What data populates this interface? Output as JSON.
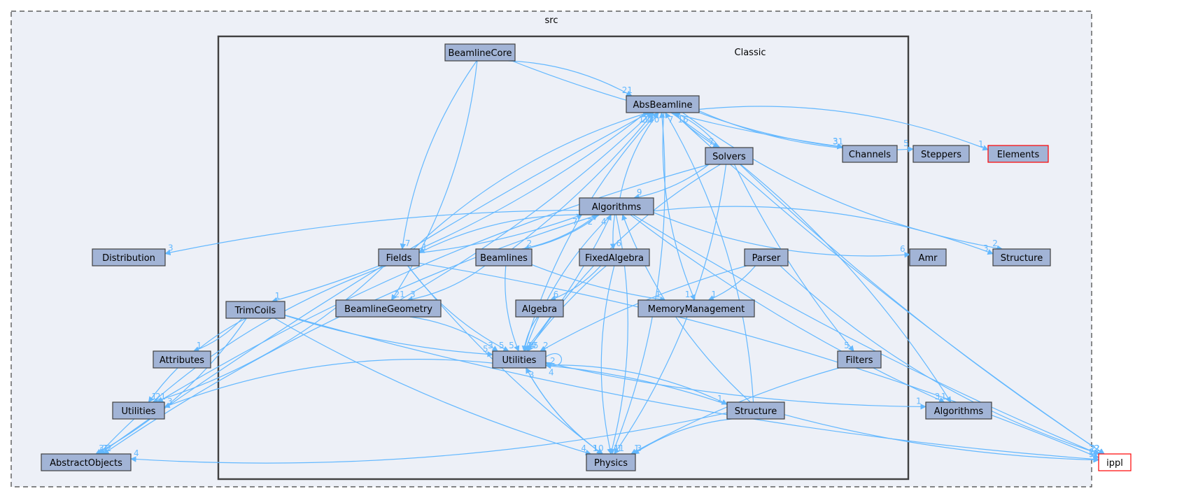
{
  "clusters": {
    "outer": {
      "label": "src"
    },
    "inner": {
      "label": "Classic"
    }
  },
  "colors": {
    "node_fill": "#a2b4d6",
    "node_border": "#404040",
    "edge": "#63b8ff",
    "outer_bg": "#edf0f7",
    "inner_bg": "#edf0f7",
    "red_border": "#ff0000"
  },
  "nodes": [
    {
      "id": "beamlinecore",
      "label": "BeamlineCore"
    },
    {
      "id": "absbeamline",
      "label": "AbsBeamline"
    },
    {
      "id": "channels",
      "label": "Channels"
    },
    {
      "id": "steppers",
      "label": "Steppers"
    },
    {
      "id": "elements",
      "label": "Elements"
    },
    {
      "id": "solvers",
      "label": "Solvers"
    },
    {
      "id": "algorithms_c",
      "label": "Algorithms"
    },
    {
      "id": "distribution",
      "label": "Distribution"
    },
    {
      "id": "fields",
      "label": "Fields"
    },
    {
      "id": "beamlines",
      "label": "Beamlines"
    },
    {
      "id": "fixedalgebra",
      "label": "FixedAlgebra"
    },
    {
      "id": "parser",
      "label": "Parser"
    },
    {
      "id": "amr",
      "label": "Amr"
    },
    {
      "id": "structure_o",
      "label": "Structure"
    },
    {
      "id": "trimcoils",
      "label": "TrimCoils"
    },
    {
      "id": "beamlinegeometry",
      "label": "BeamlineGeometry"
    },
    {
      "id": "algebra",
      "label": "Algebra"
    },
    {
      "id": "memorymanagement",
      "label": "MemoryManagement"
    },
    {
      "id": "attributes",
      "label": "Attributes"
    },
    {
      "id": "utilities_c",
      "label": "Utilities"
    },
    {
      "id": "filters",
      "label": "Filters"
    },
    {
      "id": "utilities_o",
      "label": "Utilities"
    },
    {
      "id": "structure_c",
      "label": "Structure"
    },
    {
      "id": "algorithms_o",
      "label": "Algorithms"
    },
    {
      "id": "abstractobjects",
      "label": "AbstractObjects"
    },
    {
      "id": "physics",
      "label": "Physics"
    },
    {
      "id": "ippl",
      "label": "ippl"
    }
  ],
  "edges": [
    {
      "from": "beamlinecore",
      "to": "absbeamline",
      "label": "21"
    },
    {
      "from": "beamlinecore",
      "to": "channels",
      "label": "3"
    },
    {
      "from": "beamlinecore",
      "to": "fields",
      "label": "7"
    },
    {
      "from": "beamlinecore",
      "to": "beamlinegeometry",
      "label": "21"
    },
    {
      "from": "absbeamline",
      "to": "channels",
      "label": "31"
    },
    {
      "from": "absbeamline",
      "to": "steppers",
      "label": "5"
    },
    {
      "from": "absbeamline",
      "to": "elements",
      "label": "1"
    },
    {
      "from": "absbeamline",
      "to": "solvers",
      "label": "7"
    },
    {
      "from": "absbeamline",
      "to": "structure_o",
      "label": "2"
    },
    {
      "from": "absbeamline",
      "to": "algorithms_o",
      "label": "1"
    },
    {
      "from": "absbeamline",
      "to": "ippl",
      "label": "2"
    },
    {
      "from": "absbeamline",
      "to": "memorymanagement",
      "label": "1"
    },
    {
      "from": "absbeamline",
      "to": "trimcoils",
      "label": "1"
    },
    {
      "from": "absbeamline",
      "to": "abstractobjects",
      "label": "7"
    },
    {
      "from": "solvers",
      "to": "absbeamline",
      "label": "16"
    },
    {
      "from": "solvers",
      "to": "algorithms_c",
      "label": "9"
    },
    {
      "from": "solvers",
      "to": "filters",
      "label": "5"
    },
    {
      "from": "solvers",
      "to": "utilities_c",
      "label": ""
    },
    {
      "from": "solvers",
      "to": "physics",
      "label": "1"
    },
    {
      "from": "solvers",
      "to": "ippl",
      "label": "2"
    },
    {
      "from": "solvers",
      "to": "utilities_o",
      "label": "1"
    },
    {
      "from": "algorithms_c",
      "to": "absbeamline",
      "label": "40"
    },
    {
      "from": "algorithms_c",
      "to": "distribution",
      "label": "3"
    },
    {
      "from": "algorithms_c",
      "to": "fields",
      "label": "1"
    },
    {
      "from": "algorithms_c",
      "to": "beamlines",
      "label": "2"
    },
    {
      "from": "algorithms_c",
      "to": "fixedalgebra",
      "label": "6"
    },
    {
      "from": "algorithms_c",
      "to": "amr",
      "label": "6"
    },
    {
      "from": "algorithms_c",
      "to": "structure_o",
      "label": "3"
    },
    {
      "from": "algorithms_c",
      "to": "ippl",
      "label": "2"
    },
    {
      "from": "algorithms_c",
      "to": "utilities_c",
      "label": "15"
    },
    {
      "from": "algorithms_c",
      "to": "physics",
      "label": "11"
    },
    {
      "from": "algorithms_c",
      "to": "algorithms_o",
      "label": "3"
    },
    {
      "from": "algorithms_c",
      "to": "abstractobjects",
      "label": "2"
    },
    {
      "from": "fields",
      "to": "absbeamline",
      "label": "1"
    },
    {
      "from": "fields",
      "to": "algorithms_c",
      "label": "7"
    },
    {
      "from": "fields",
      "to": "utilities_c",
      "label": "5"
    },
    {
      "from": "fields",
      "to": "utilities_o",
      "label": "2"
    },
    {
      "from": "fields",
      "to": "physics",
      "label": "1"
    },
    {
      "from": "fields",
      "to": "abstractobjects",
      "label": "2"
    },
    {
      "from": "fields",
      "to": "ippl",
      "label": "2"
    },
    {
      "from": "beamlines",
      "to": "absbeamline",
      "label": "1"
    },
    {
      "from": "beamlines",
      "to": "algorithms_c",
      "label": "2"
    },
    {
      "from": "beamlines",
      "to": "beamlinegeometry",
      "label": "3"
    },
    {
      "from": "beamlines",
      "to": "memorymanagement",
      "label": "1"
    },
    {
      "from": "beamlines",
      "to": "utilities_c",
      "label": "5"
    },
    {
      "from": "fixedalgebra",
      "to": "algebra",
      "label": "6"
    },
    {
      "from": "fixedalgebra",
      "to": "utilities_c",
      "label": "4"
    },
    {
      "from": "fixedalgebra",
      "to": "physics",
      "label": "1"
    },
    {
      "from": "parser",
      "to": "memorymanagement",
      "label": "1"
    },
    {
      "from": "parser",
      "to": "utilities_c",
      "label": "2"
    },
    {
      "from": "parser",
      "to": "ippl",
      "label": "2"
    },
    {
      "from": "trimcoils",
      "to": "attributes",
      "label": "1"
    },
    {
      "from": "trimcoils",
      "to": "utilities_c",
      "label": "5"
    },
    {
      "from": "trimcoils",
      "to": "utilities_o",
      "label": "1"
    },
    {
      "from": "trimcoils",
      "to": "abstractobjects",
      "label": "3"
    },
    {
      "from": "trimcoils",
      "to": "physics",
      "label": "4"
    },
    {
      "from": "trimcoils",
      "to": "ippl",
      "label": "1"
    },
    {
      "from": "beamlinegeometry",
      "to": "utilities_c",
      "label": "3"
    },
    {
      "from": "beamlinegeometry",
      "to": "absbeamline",
      "label": "20"
    },
    {
      "from": "algebra",
      "to": "utilities_c",
      "label": "17"
    },
    {
      "from": "utilities_c",
      "to": "absbeamline",
      "label": "1"
    },
    {
      "from": "utilities_c",
      "to": "algorithms_c",
      "label": "4"
    },
    {
      "from": "utilities_c",
      "to": "utilities_o",
      "label": "3"
    },
    {
      "from": "utilities_c",
      "to": "structure_c",
      "label": "1"
    },
    {
      "from": "utilities_c",
      "to": "algorithms_o",
      "label": "1"
    },
    {
      "from": "utilities_c",
      "to": "physics",
      "label": "10"
    },
    {
      "from": "utilities_c",
      "to": "utilities_c",
      "label": "2"
    },
    {
      "from": "filters",
      "to": "physics",
      "label": "1"
    },
    {
      "from": "structure_c",
      "to": "absbeamline",
      "label": "7"
    },
    {
      "from": "structure_c",
      "to": "algorithms_c",
      "label": ""
    },
    {
      "from": "structure_c",
      "to": "utilities_c",
      "label": "4"
    },
    {
      "from": "structure_c",
      "to": "physics",
      "label": "3"
    },
    {
      "from": "structure_c",
      "to": "abstractobjects",
      "label": "4"
    },
    {
      "from": "structure_c",
      "to": "ippl",
      "label": "5"
    },
    {
      "from": "physics",
      "to": "absbeamline",
      "label": ""
    },
    {
      "from": "physics",
      "to": "utilities_c",
      "label": "3"
    }
  ]
}
